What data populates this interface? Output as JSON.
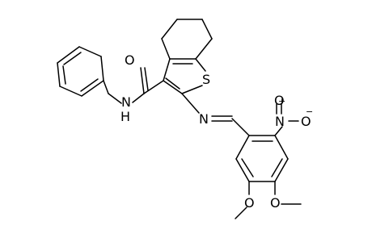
{
  "figure": {
    "type": "chemical-structure",
    "atom_labels": {
      "amide_nh": "N",
      "amide_h": "H",
      "carbonyl_o": "O",
      "thiophene_s": "S",
      "imine_n": "N",
      "nitro_n": "N",
      "nitro_n_charge": "+",
      "nitro_o_double": "O",
      "nitro_o_single": "O",
      "nitro_o_charge": "−",
      "methoxy_o_left": "O",
      "methoxy_o_right": "O"
    },
    "colors": {
      "ink": "#000000",
      "background": "#ffffff"
    }
  }
}
